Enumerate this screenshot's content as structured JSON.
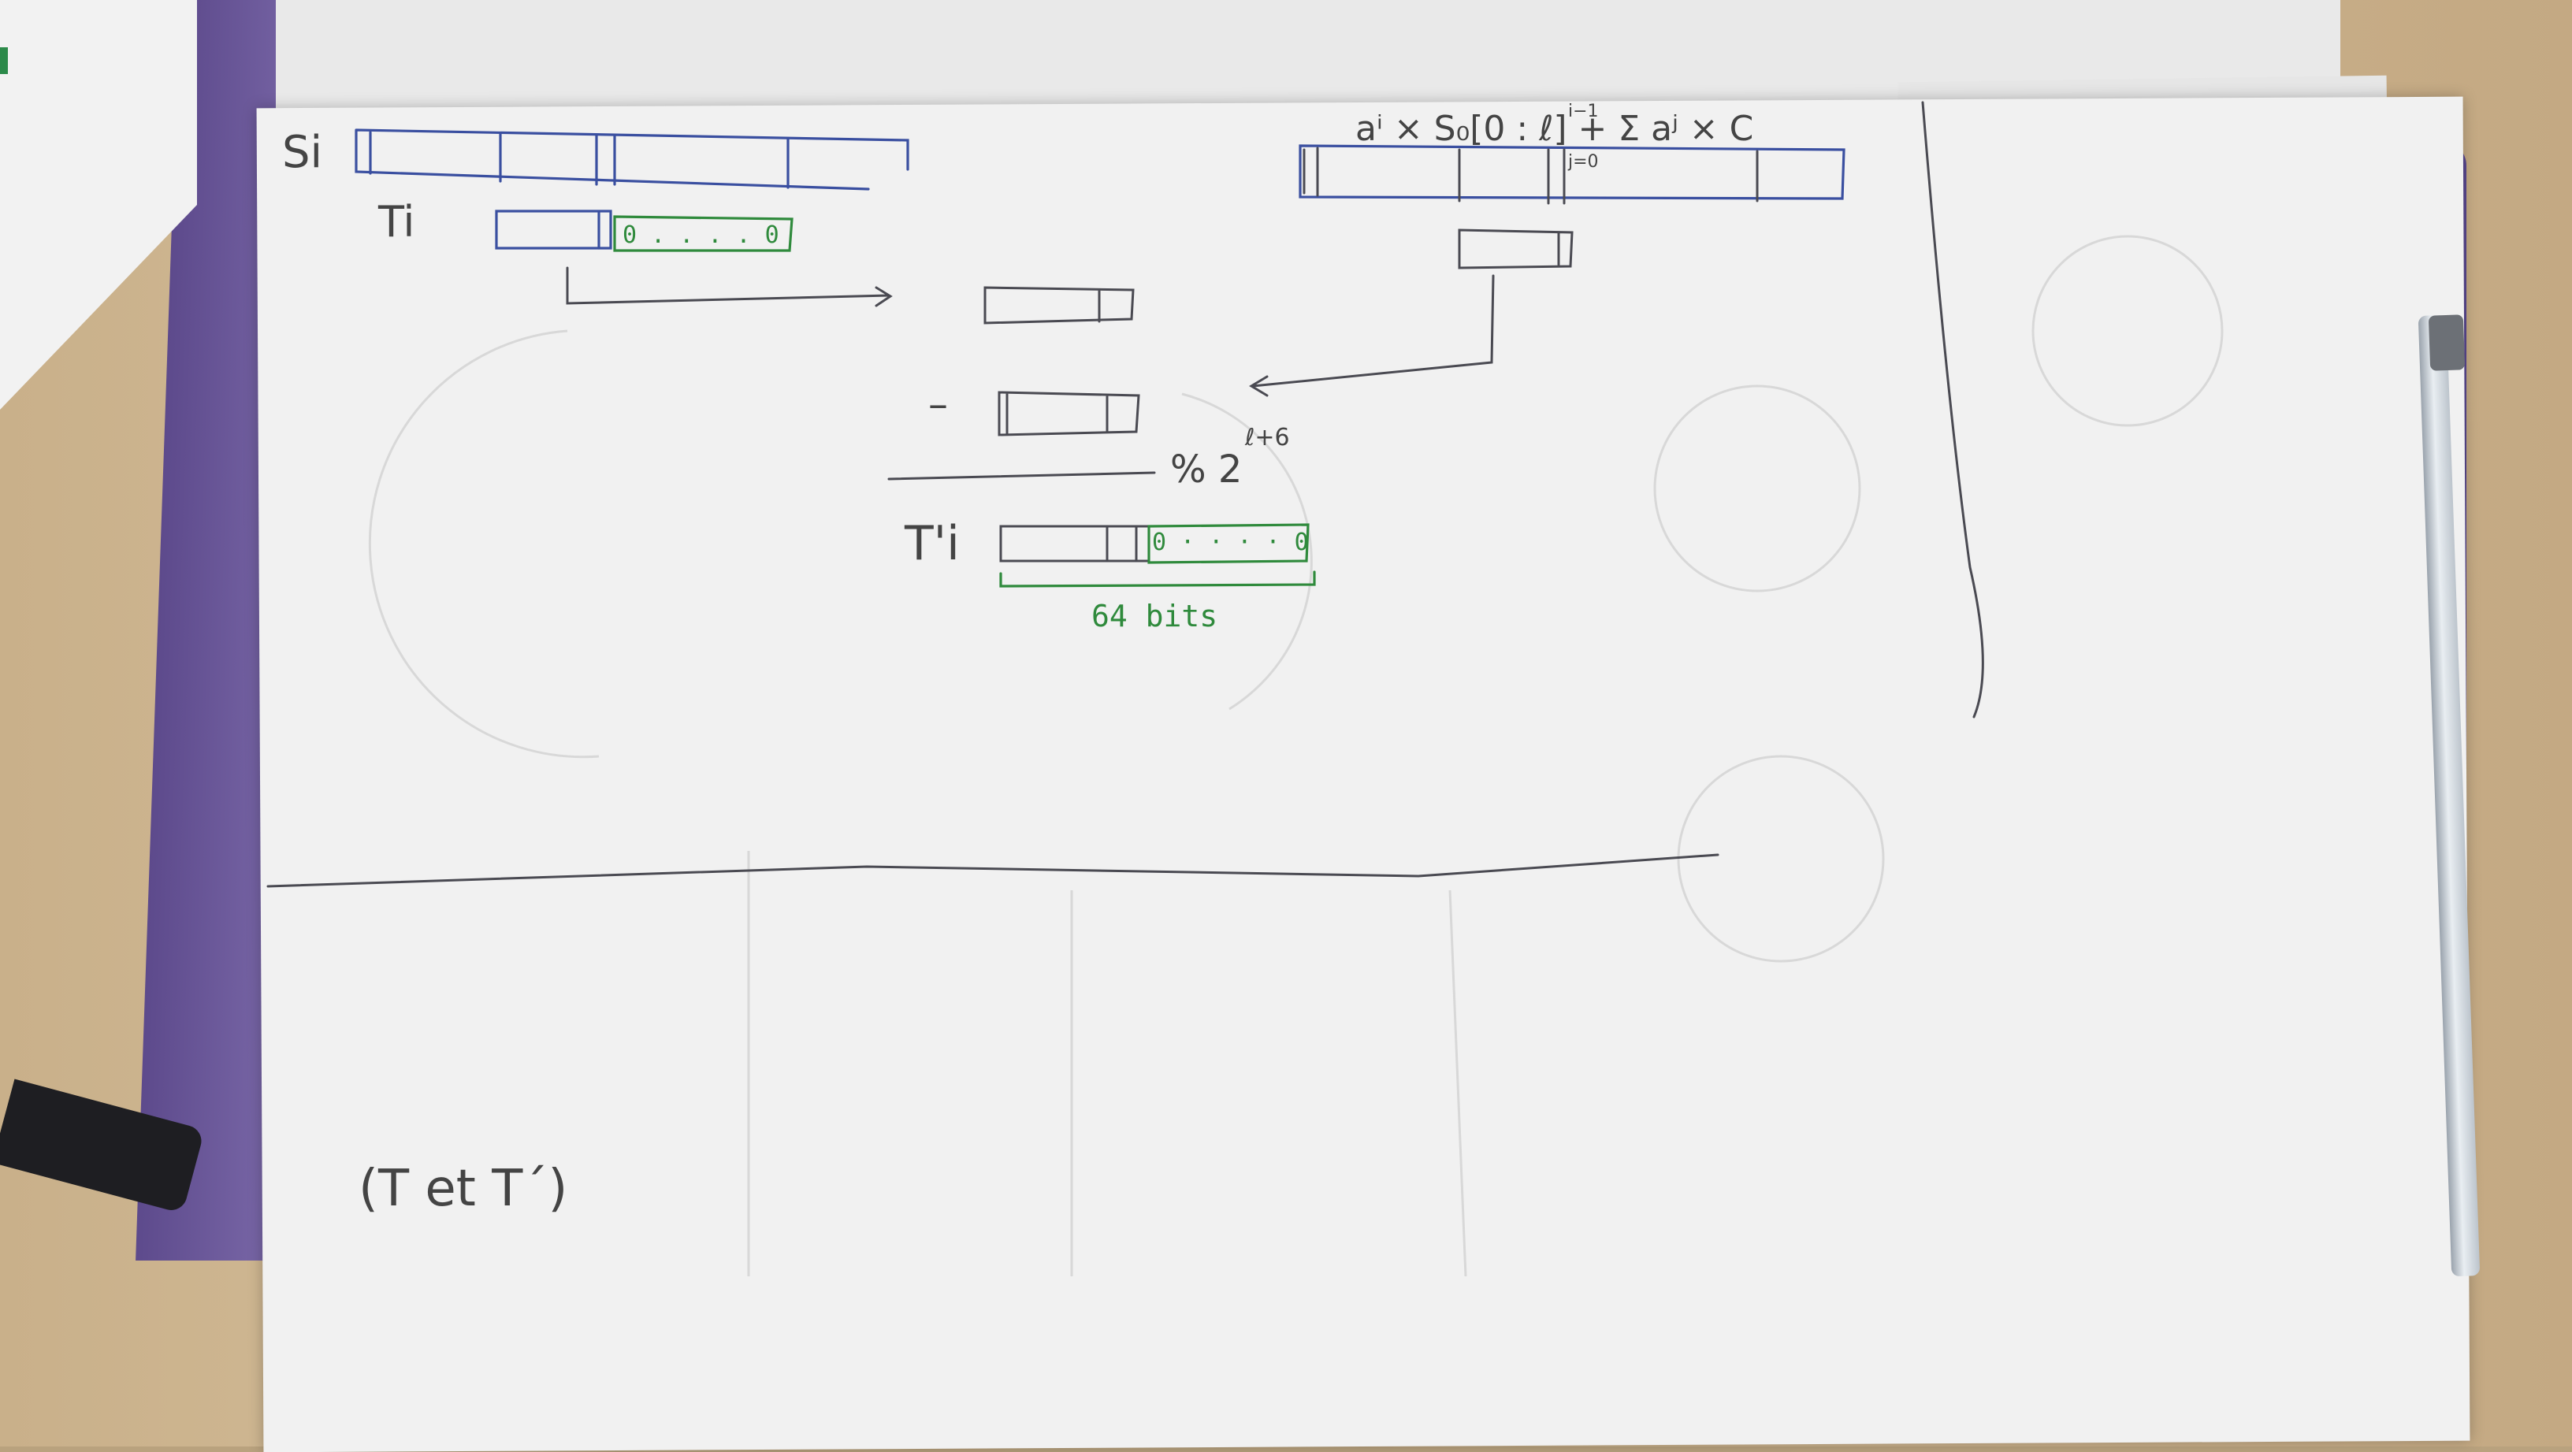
{
  "labels": {
    "s_i": "Si",
    "t_i": "Ti",
    "t_prime_i": "T'i",
    "zeros_top": "0 . . . . 0",
    "zeros_bottom": "0 · · · · 0",
    "formula_main": "aⁱ × S₀[0 : ℓ] + Σ aʲ × C",
    "formula_upper": "i−1",
    "formula_lower": "j=0",
    "minus": "–",
    "mod": "% 2",
    "mod_exp": "ℓ+6",
    "bits": "64 bits",
    "footer": "(T et T´)"
  },
  "colors": {
    "paper": "#f1f1f1",
    "blue_ink": "#3a4fa0",
    "green_ink": "#2f8a3c",
    "dark_ink": "#4a4a52",
    "desk": "#c9b08a",
    "cloth": "#6b58a0"
  }
}
